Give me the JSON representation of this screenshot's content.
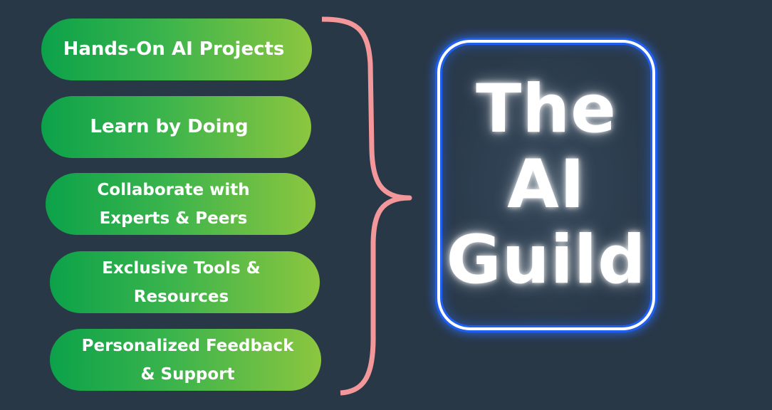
{
  "features": [
    {
      "label": "Hands-On AI Projects"
    },
    {
      "label": "Learn by Doing"
    },
    {
      "label": "Collaborate with\nExperts & Peers"
    },
    {
      "label": "Exclusive Tools &\nResources"
    },
    {
      "label": "Personalized Feedback\n& Support"
    }
  ],
  "title": {
    "line1": "The",
    "line2": "AI",
    "line3": "Guild"
  },
  "colors": {
    "background": "#293847",
    "pill_gradient_start": "#0ca24a",
    "pill_gradient_end": "#8cc63f",
    "brace": "#f4979b",
    "neon_border": "#1f5ff0",
    "text": "#ffffff"
  }
}
